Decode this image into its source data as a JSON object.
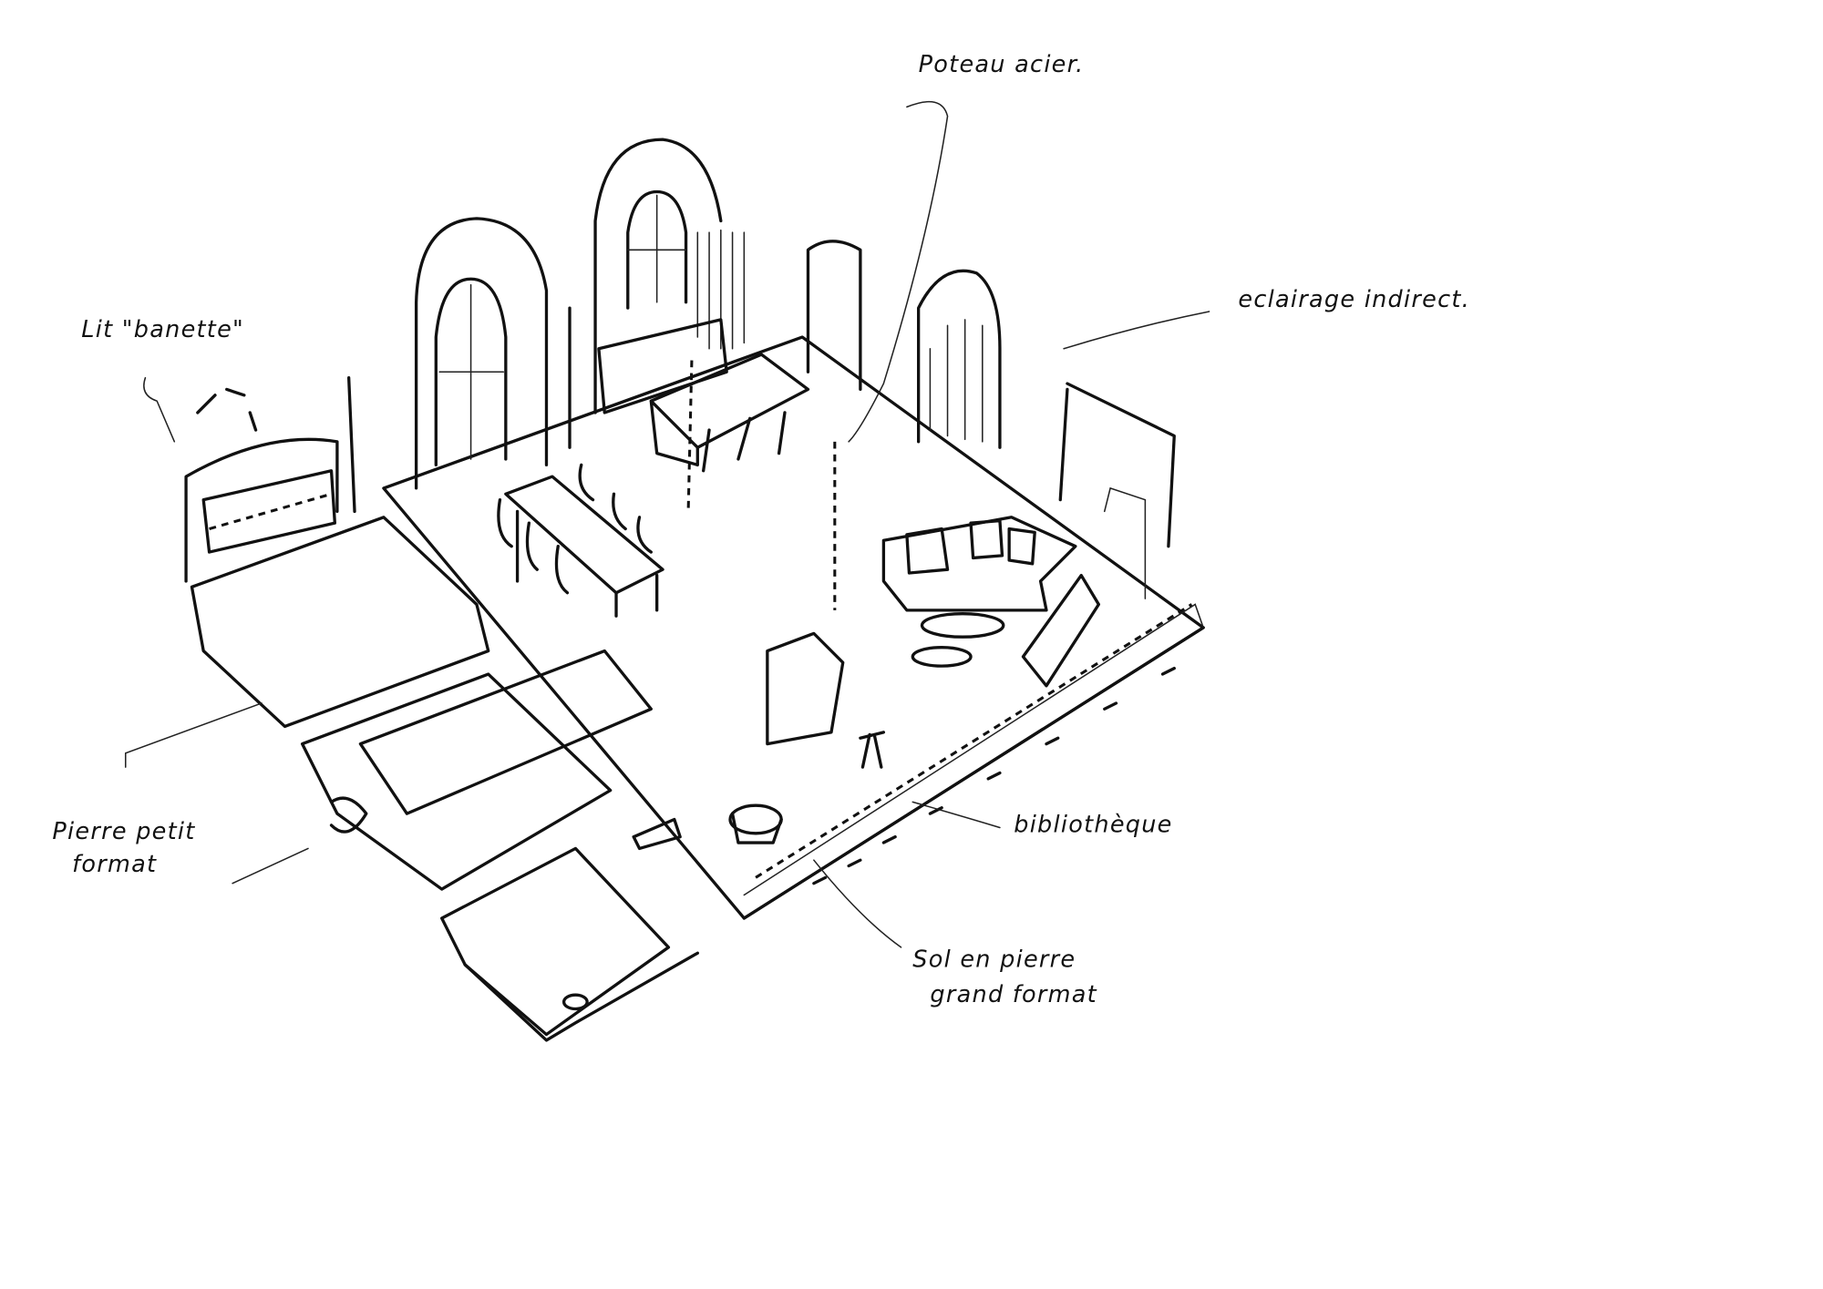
{
  "sketch": {
    "title": "Axonometric interior sketch",
    "ink_color": "#111111",
    "paper_color": "#ffffff"
  },
  "annotations": {
    "steel_post": "Poteau acier.",
    "indirect_lighting": "eclairage indirect.",
    "bed": "Lit \"banette\"",
    "small_stone_line1": "Pierre petit",
    "small_stone_line2": "format",
    "library": "bibliothèque",
    "large_stone_line1": "Sol en pierre",
    "large_stone_line2": "grand format"
  }
}
